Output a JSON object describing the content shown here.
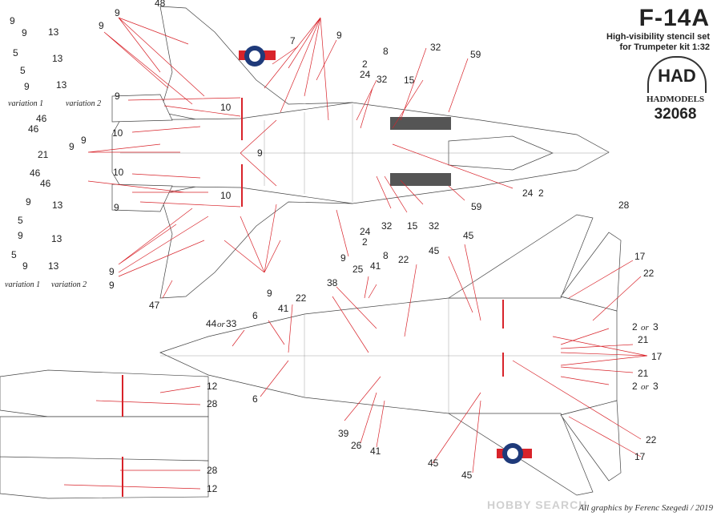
{
  "header": {
    "model": "F-14A",
    "subtitle_line1": "High-visibility stencil set",
    "subtitle_line2": "for Trumpeter kit 1:32",
    "logo_text": "HAD",
    "brand": "HADMODELS",
    "product_code": "32068"
  },
  "variations": {
    "v1_top": "variation 1",
    "v2_top": "variation 2",
    "v1_bottom": "variation 1",
    "v2_bottom": "variation 2"
  },
  "credit": {
    "text": "All graphics by Ferenc Szegedi",
    "separator": "/",
    "year": "2019"
  },
  "watermark": "HOBBY SEARCH",
  "colors": {
    "callout_line": "#d8232a",
    "outline": "#444444",
    "insignia_blue": "#1f3a7a",
    "insignia_red": "#d8232a",
    "walkway_gray": "#555555"
  },
  "labels": {
    "l9a": "9",
    "l13a": "13",
    "l5a": "5",
    "l9b": "9",
    "l13b": "13",
    "l5b": "5",
    "l9c": "9",
    "l13c": "13",
    "l9d": "9",
    "l13d": "13",
    "l5d": "5",
    "l9e": "9",
    "l13e": "13",
    "l5e": "5",
    "l9f": "9",
    "l13f": "13",
    "n48": "48",
    "n9top": "9",
    "n9top2": "9",
    "n9top3": "9",
    "n7": "7",
    "n9r": "9",
    "n8": "8",
    "n2a": "2",
    "n32a": "32",
    "n59a": "59",
    "n24a": "24",
    "n15a": "15",
    "n32b": "32",
    "n9w": "9",
    "n10a": "10",
    "n46a": "46",
    "n46b": "46",
    "n10b": "10",
    "n21": "21",
    "n9x": "9",
    "n9y": "9",
    "n9center": "9",
    "n46c": "46",
    "n46d": "46",
    "n10c": "10",
    "n10d": "10",
    "n9z": "9",
    "n24b": "24",
    "n2b": "2",
    "n59b": "59",
    "n28a": "28",
    "n32c": "32",
    "n15b": "15",
    "n32d": "32",
    "n24c": "24",
    "n2c": "2",
    "n9bot": "9",
    "n9bot2": "9",
    "n9bot3": "9",
    "n9bot4": "9",
    "n47": "47",
    "n8b": "8",
    "n22a": "22",
    "n25": "25",
    "n41a": "41",
    "n45a": "45",
    "n45b": "45",
    "n17a": "17",
    "n22b": "22",
    "n38": "38",
    "n22c": "22",
    "n41b": "41",
    "n44": "44",
    "n_or1": "or",
    "n33": "33",
    "n6a": "6",
    "n6b": "6",
    "n2_3a": "2",
    "n_or2": "or",
    "n3a": "3",
    "n21b": "21",
    "n17b": "17",
    "n21c": "21",
    "n2_3b": "2",
    "n_or3": "or",
    "n3b": "3",
    "n39": "39",
    "n26": "26",
    "n41c": "41",
    "n45c": "45",
    "n45d": "45",
    "n22d": "22",
    "n17c": "17",
    "n12a": "12",
    "n28b": "28",
    "n28c": "28",
    "n12b": "12"
  }
}
